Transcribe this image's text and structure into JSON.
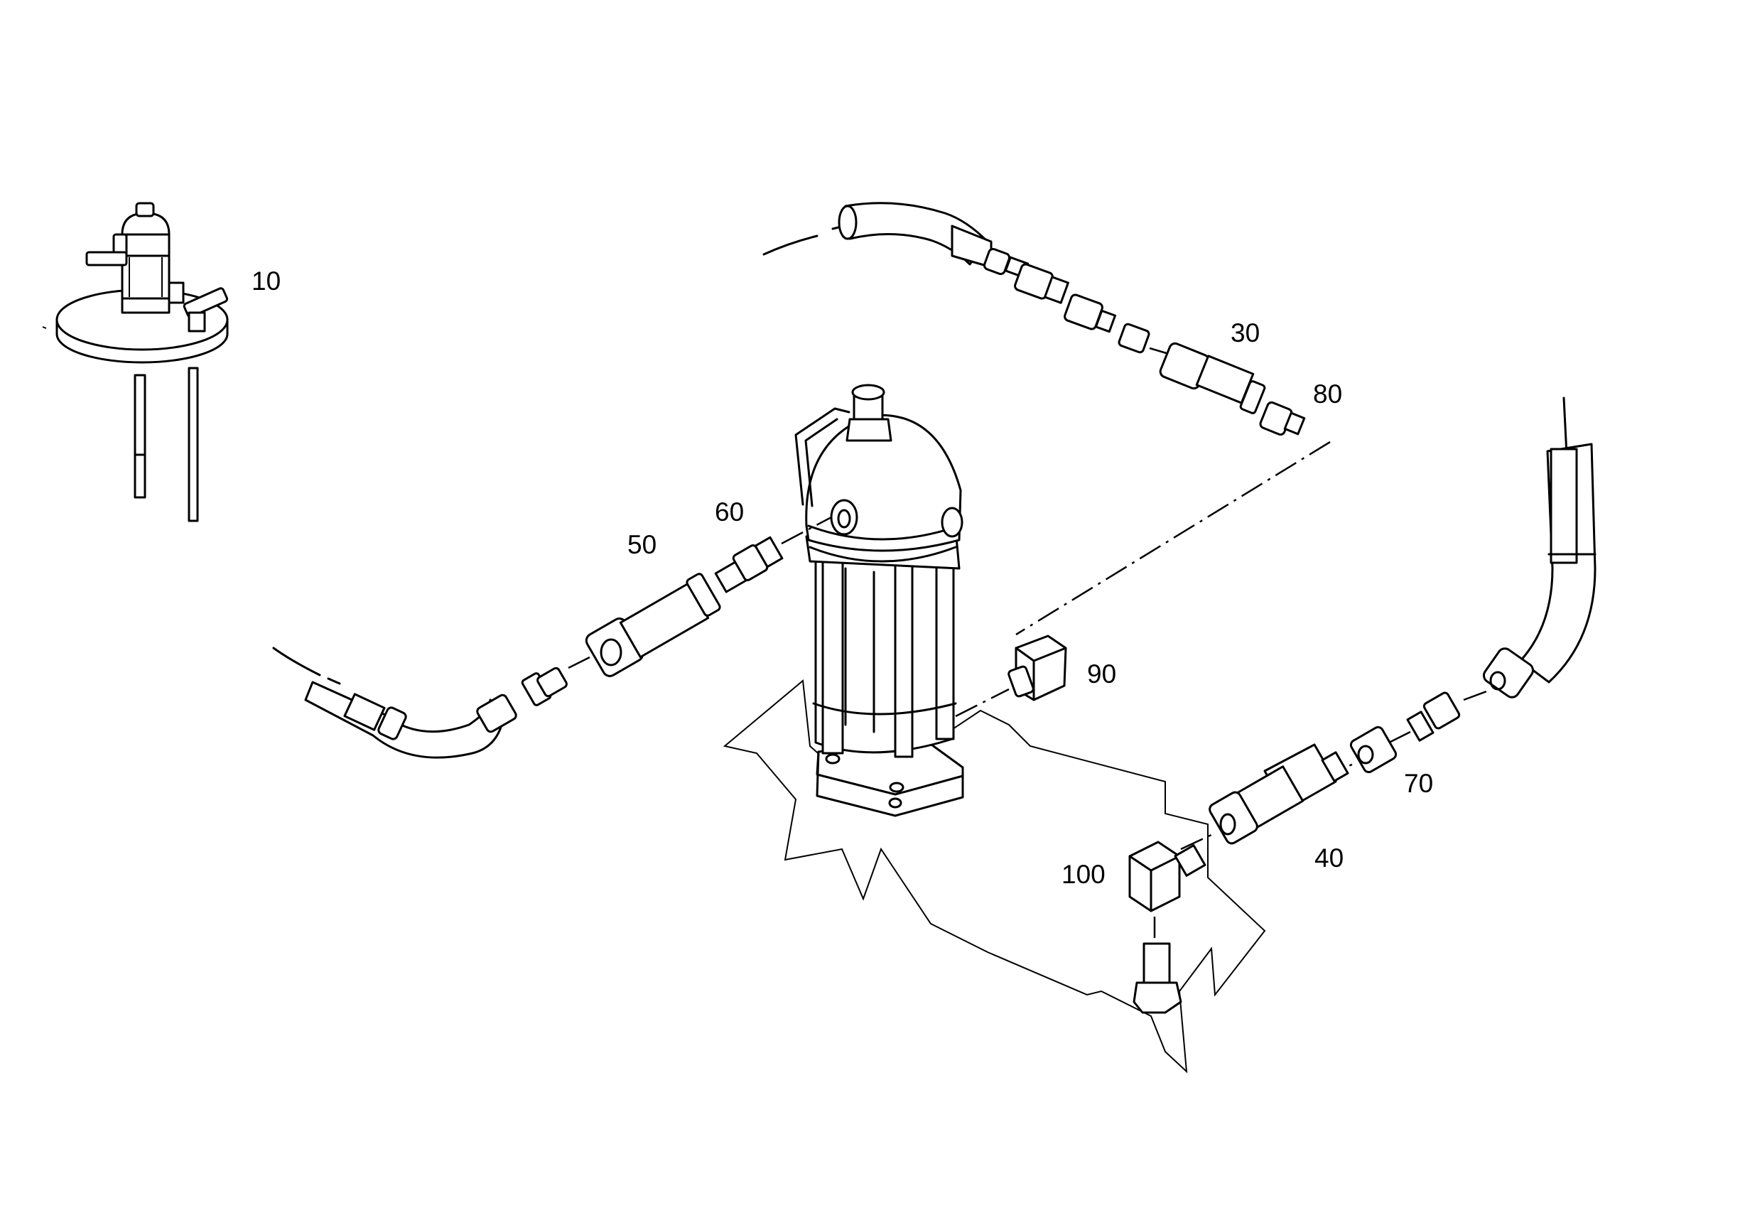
{
  "diagram": {
    "callouts": [
      "10",
      "30",
      "80",
      "60",
      "50",
      "90",
      "70",
      "40",
      "100"
    ]
  }
}
